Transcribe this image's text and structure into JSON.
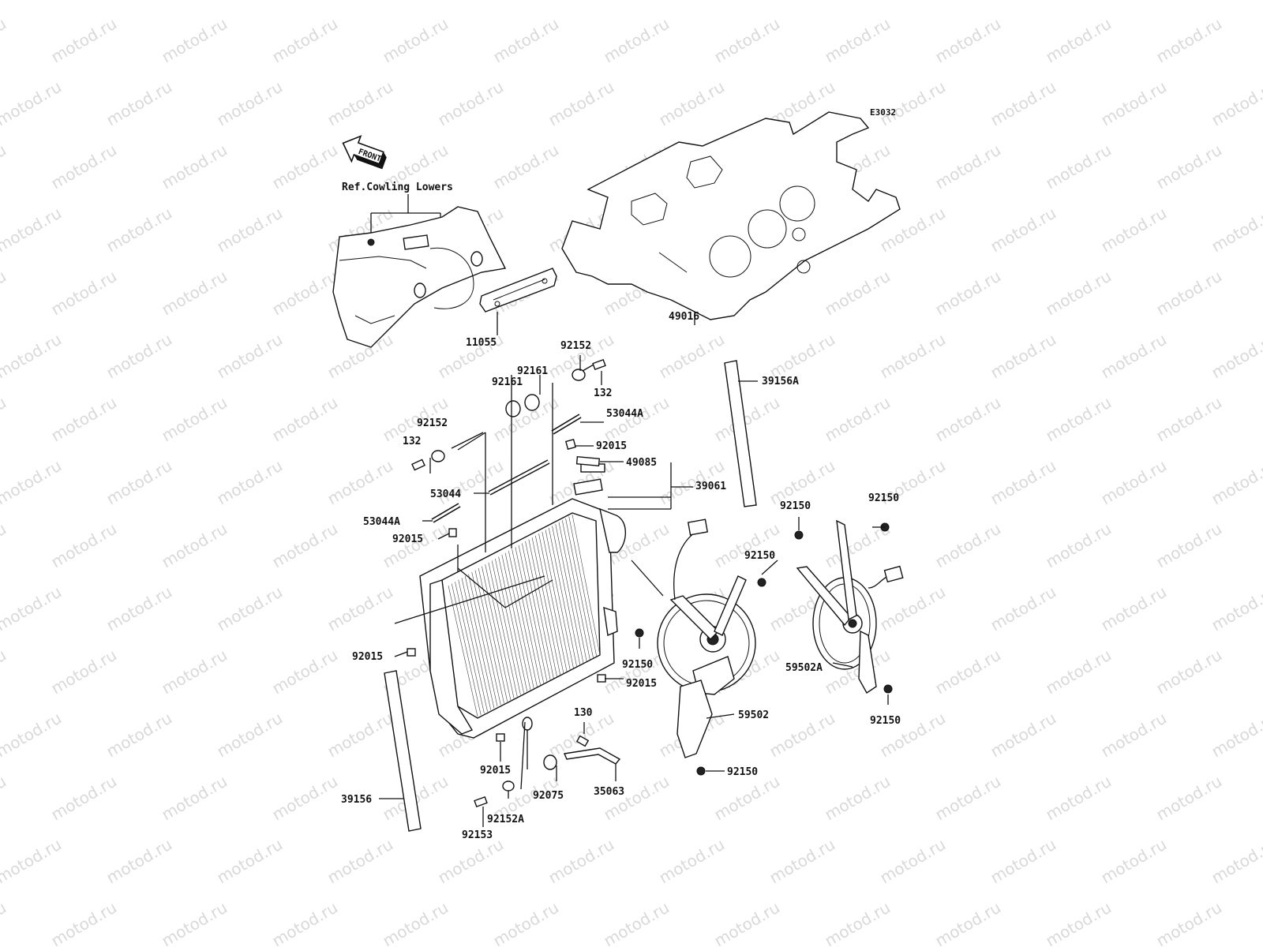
{
  "drawing_code": "E3032",
  "front_label": "FRONT",
  "reference_note": "Ref.Cowling Lowers",
  "watermark": "motod.ru",
  "parts": [
    {
      "id": "p49016",
      "label": "49016"
    },
    {
      "id": "p11055",
      "label": "11055"
    },
    {
      "id": "p92152_top",
      "label": "92152"
    },
    {
      "id": "p132_top",
      "label": "132"
    },
    {
      "id": "p92161_a",
      "label": "92161"
    },
    {
      "id": "p92161_b",
      "label": "92161"
    },
    {
      "id": "p53044A_top",
      "label": "53044A"
    },
    {
      "id": "p92152_left",
      "label": "92152"
    },
    {
      "id": "p132_left",
      "label": "132"
    },
    {
      "id": "p92015_a",
      "label": "92015"
    },
    {
      "id": "p49085",
      "label": "49085"
    },
    {
      "id": "p39061",
      "label": "39061"
    },
    {
      "id": "p53044",
      "label": "53044"
    },
    {
      "id": "p53044A_left",
      "label": "53044A"
    },
    {
      "id": "p92015_b",
      "label": "92015"
    },
    {
      "id": "p39156A",
      "label": "39156A"
    },
    {
      "id": "p92150_a",
      "label": "92150"
    },
    {
      "id": "p92150_b",
      "label": "92150"
    },
    {
      "id": "p92150_c",
      "label": "92150"
    },
    {
      "id": "p92015_c",
      "label": "92015"
    },
    {
      "id": "p92150_d",
      "label": "92150"
    },
    {
      "id": "p92015_d",
      "label": "92015"
    },
    {
      "id": "p59502A",
      "label": "59502A"
    },
    {
      "id": "p92150_e",
      "label": "92150"
    },
    {
      "id": "p130",
      "label": "130"
    },
    {
      "id": "p59502",
      "label": "59502"
    },
    {
      "id": "p92015_e",
      "label": "92015"
    },
    {
      "id": "p92150_f",
      "label": "92150"
    },
    {
      "id": "p92075",
      "label": "92075"
    },
    {
      "id": "p35063",
      "label": "35063"
    },
    {
      "id": "p39156",
      "label": "39156"
    },
    {
      "id": "p92152A",
      "label": "92152A"
    },
    {
      "id": "p92153",
      "label": "92153"
    }
  ]
}
